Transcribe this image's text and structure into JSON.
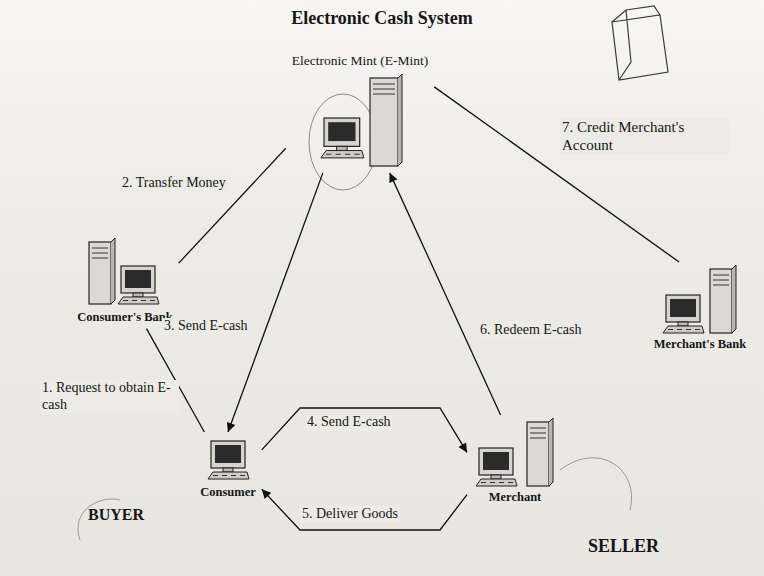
{
  "diagram": {
    "title": "Electronic Cash System",
    "nodes": [
      {
        "text": [
          "Electronic Mint (E-Mint)"
        ]
      },
      {
        "text": [
          "Consumer's Bank"
        ]
      },
      {
        "text": [
          "Merchant's Bank"
        ]
      },
      {
        "text": [
          "Consumer"
        ]
      },
      {
        "text": [
          "Merchant"
        ]
      }
    ],
    "edges": [
      {
        "from": 3,
        "to": 1,
        "label": "1. Request to obtain E-cash",
        "arrow": "none"
      },
      {
        "from": 1,
        "to": 0,
        "label": "2. Transfer Money",
        "arrow": "none"
      },
      {
        "from": 0,
        "to": 3,
        "label": "3. Send E-cash",
        "arrow": "to"
      },
      {
        "from": 3,
        "to": 4,
        "label": "4. Send E-cash",
        "arrow": "to"
      },
      {
        "from": 4,
        "to": 3,
        "label": "5. Deliver Goods",
        "arrow": "to"
      },
      {
        "from": 4,
        "to": 0,
        "label": "6. Redeem E-cash",
        "arrow": "to"
      },
      {
        "from": 0,
        "to": 2,
        "label": "7. Credit Merchant's Account",
        "arrow": "none"
      }
    ],
    "labels": [
      "BUYER",
      "SELLER"
    ]
  }
}
